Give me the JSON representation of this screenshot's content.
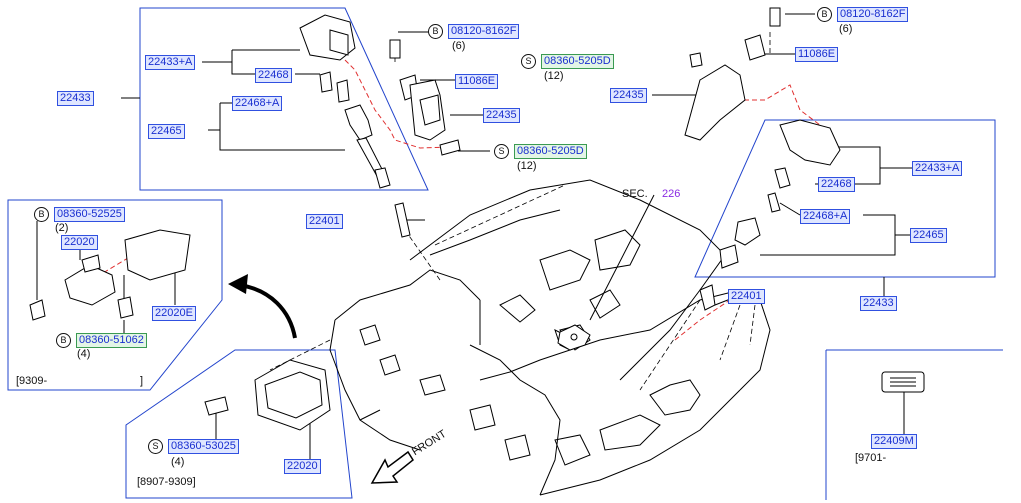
{
  "colors": {
    "accent": "#1a2fd0",
    "label_bg": "#dfe6ff",
    "green_bg": "#e3f5e6",
    "sec_ref": "#8a2be2",
    "dashed": "#e03030"
  },
  "labels": {
    "p22433_left": "22433",
    "p22433A_left": "22433+A",
    "p22468_left": "22468",
    "p22468A_left": "22468+A",
    "p22465_left": "22465",
    "p08120_left": "08120-8162F",
    "q6_left": "(6)",
    "p11086_left": "11086E",
    "p22435_left": "22435",
    "p08360_5205D_left": "08360-5205D",
    "q12_left": "(12)",
    "p08360_5205D_mid": "08360-5205D",
    "q12_mid": "(12)",
    "p08120_right": "08120-8162F",
    "q6_right": "(6)",
    "p11086_right": "11086E",
    "p22435_right": "22435",
    "p22433A_right": "22433+A",
    "p22468_right": "22468",
    "p22468A_right": "22468+A",
    "p22465_right": "22465",
    "p22433_right": "22433",
    "sec_label": "SEC.",
    "sec_num": "226",
    "p22401_left": "22401",
    "p22401_right": "22401",
    "p08360_52525": "08360-52525",
    "q2": "(2)",
    "p22020_top": "22020",
    "p22020E": "22020E",
    "p08360_51062": "08360-51062",
    "q4_a": "(4)",
    "date_9309": "[9309-",
    "bracket_close": "]",
    "p08360_53025": "08360-53025",
    "q4_b": "(4)",
    "p22020_bottom": "22020",
    "date_8907": "[8907-9309]",
    "front": "FRONT",
    "p22409M": "22409M",
    "date_9701": "[9701-",
    "b": "B",
    "s": "S"
  }
}
